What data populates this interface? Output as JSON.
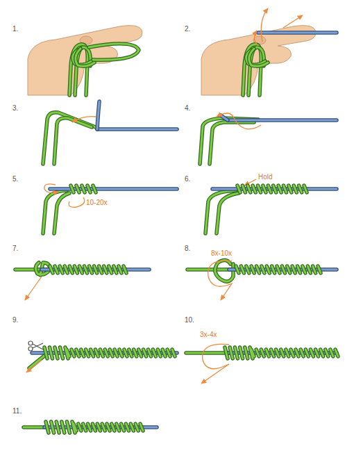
{
  "diagram": {
    "labels": [
      "1.",
      "2.",
      "3.",
      "4.",
      "5.",
      "10-20x",
      "6.",
      "Hold",
      "7.",
      "8.",
      "8x-10x",
      "9.",
      "10.",
      "3x-4x",
      "11."
    ]
  }
}
